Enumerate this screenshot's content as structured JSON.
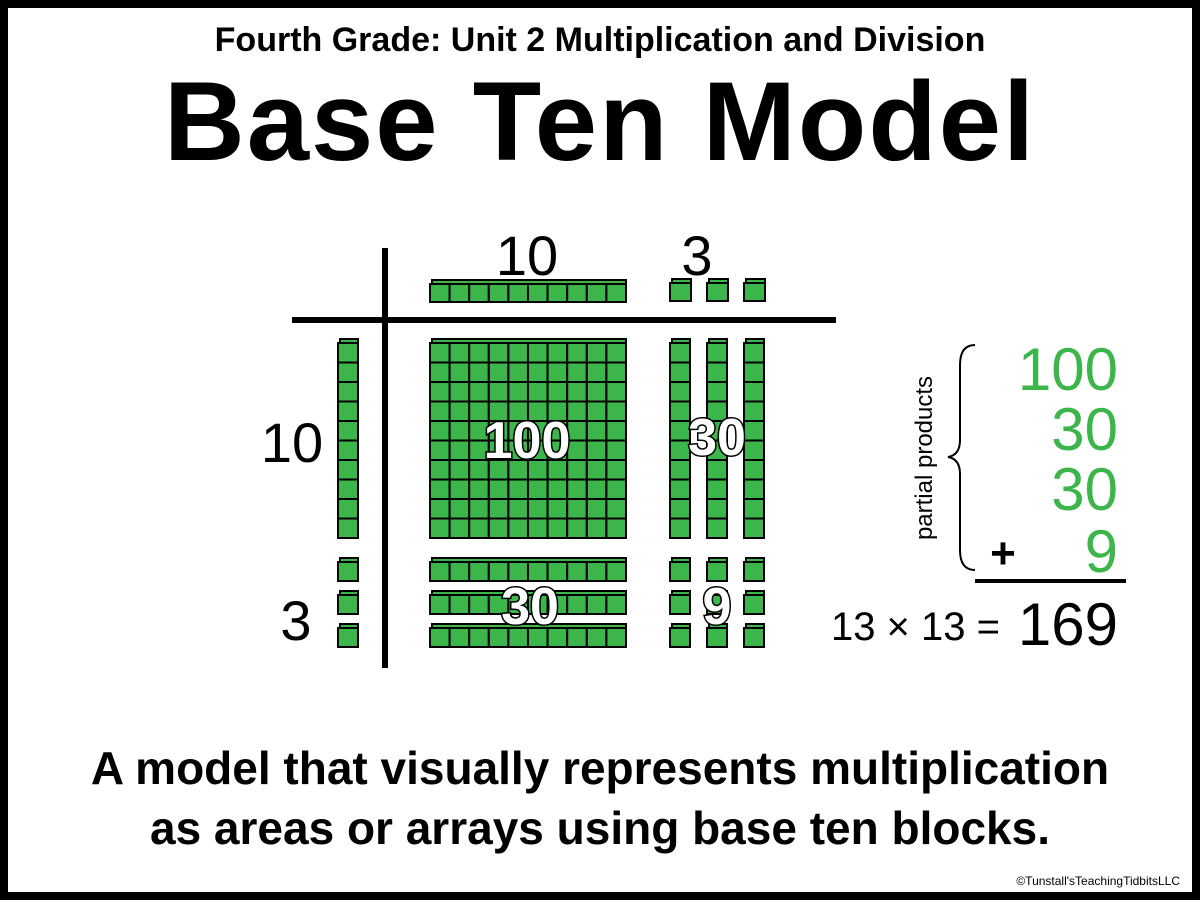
{
  "header": {
    "subtitle": "Fourth Grade: Unit 2 Multiplication and Division",
    "title": "Base Ten Model"
  },
  "model": {
    "top_labels": [
      "10",
      "3"
    ],
    "side_labels": [
      "10",
      "3"
    ],
    "region_labels": {
      "flat": "100",
      "rods_right": "30",
      "rods_bottom": "30",
      "units": "9"
    },
    "block_color": "#3cb54a"
  },
  "partial_products": {
    "label": "partial products",
    "values": [
      "100",
      "30",
      "30",
      "9"
    ],
    "plus": "+",
    "color": "#3cb54a",
    "equation": "13 × 13 =",
    "result": "169"
  },
  "description": {
    "line1": "A model that visually represents multiplication",
    "line2": "as areas or arrays using base ten blocks."
  },
  "credit": "©Tunstall'sTeachingTidbitsLLC"
}
